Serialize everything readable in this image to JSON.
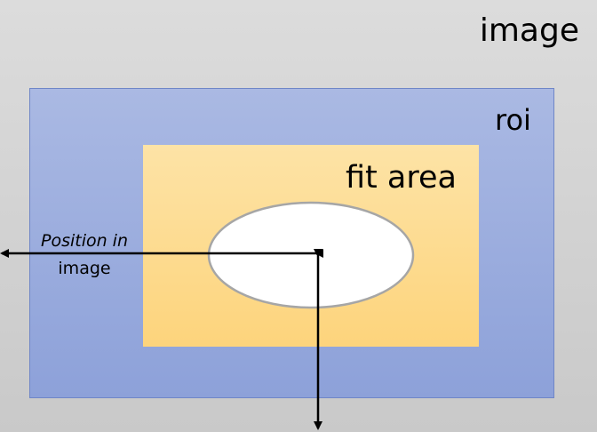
{
  "labels": {
    "image": "image",
    "roi": "roi",
    "fit_area": "fit area",
    "position_line1": "Position in",
    "position_line2": "image"
  },
  "colors": {
    "image_background": "#d4d4d4",
    "roi_fill": "#9aace0",
    "fit_area_fill": "#fdd98a",
    "ellipse_fill": "#ffffff",
    "ellipse_stroke": "#a6a6a6",
    "arrow": "#000000"
  }
}
